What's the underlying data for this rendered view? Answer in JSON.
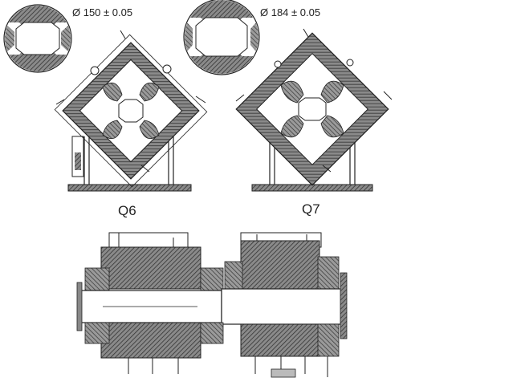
{
  "dimensions": {
    "q6_aperture": "Ø 150 ± 0.05",
    "q7_aperture": "Ø 184 ± 0.05"
  },
  "labels": {
    "q6": "Q6",
    "q7": "Q7"
  },
  "colors": {
    "hatch": "#555555",
    "line": "#222222",
    "background": "#ffffff"
  }
}
